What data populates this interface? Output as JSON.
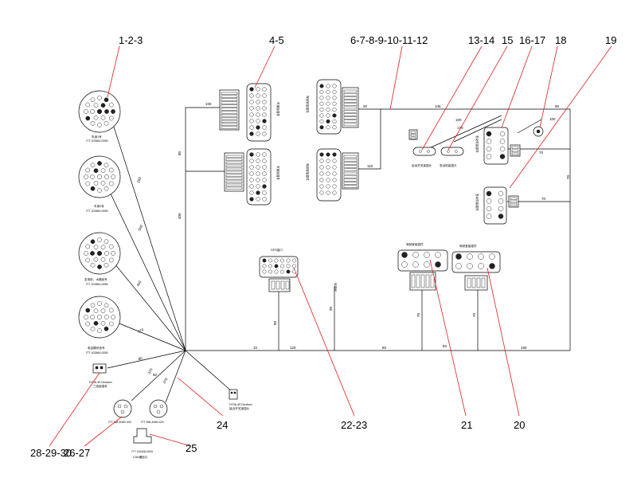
{
  "callouts": {
    "c1": "1-2-3",
    "c2": "4-5",
    "c3": "6-7-8-9-10-11-12",
    "c4": "13-14",
    "c5": "15",
    "c6": "16-17",
    "c7": "18",
    "c8": "19",
    "c9": "20",
    "c10": "21",
    "c11": "22-23",
    "c12": "24",
    "c13": "25",
    "c14": "26-27",
    "c15": "28-29-30"
  },
  "connectors": {
    "round1": {
      "part": "ITT 102860-0055",
      "label": "车身1号"
    },
    "round2": {
      "part": "ITT 102860-0055",
      "label": "车身2号"
    },
    "round3": {
      "part": "ITT 102860-0055",
      "label": "发电机、水箱信号"
    },
    "round4": {
      "part": "ITT 102860-0055",
      "label": "电控模块信号"
    },
    "dt_left": {
      "part": "DT06-4S Deutsch",
      "label": "三色接插件"
    },
    "dt_right": {
      "part": "DT06-4S Deutsch",
      "label": "接近开关接插头"
    },
    "itt_a": {
      "part": "ITT 368-4089-000"
    },
    "itt_b": {
      "part": "ITT 368-4089-020"
    },
    "can": {
      "part": "ITT 110446-0000",
      "label": "CAN通信口"
    },
    "gps": {
      "label": "GPS接口"
    },
    "k1": {
      "label": "车用接插件"
    },
    "k2": {
      "label": "车用接插件"
    },
    "bottom_r1": {
      "label": "驾驶室接插件"
    },
    "bottom_r2": {
      "label": "驾驶室接插件"
    },
    "top_right1": {
      "label": "发动机接插件"
    },
    "top_right2": {
      "label": "发动机接插件"
    },
    "small1": {
      "label": "启动开关接插头"
    },
    "small2": {
      "label": "发动机接插头"
    },
    "mid_label": {
      "label": "电磁阀"
    }
  },
  "wire_labels": {
    "w1": "100",
    "w2": "20",
    "w3": "100",
    "w4": "80",
    "w5": "250",
    "w6": "400",
    "w7": "500",
    "w8": "450",
    "w9": "370",
    "w10": "80",
    "w11": "146",
    "w12": "110",
    "w13": "100",
    "w14": "170",
    "w15": "90",
    "w16": "100",
    "w17": "70",
    "w18": "70",
    "w19": "70",
    "w20": "10",
    "w21": "120",
    "w22": "80",
    "w23": "80",
    "w24": "150",
    "w25": "60",
    "w26": "90",
    "w27": "70",
    "w28": "70",
    "w29": "60",
    "w30": "370",
    "w31": "370"
  }
}
